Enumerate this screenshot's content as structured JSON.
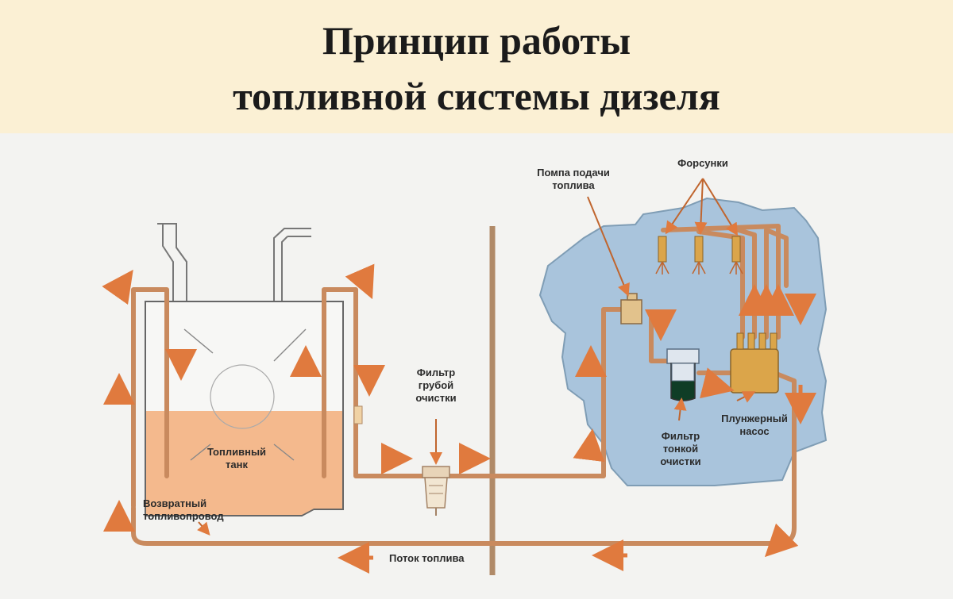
{
  "title": {
    "line1": "Принцип работы",
    "line2": "топливной системы дизеля"
  },
  "labels": {
    "pump_supply": [
      "Помпа подачи",
      "топлива"
    ],
    "injectors": "Форсунки",
    "coarse_filter": [
      "Фильтр",
      "грубой",
      "очистки"
    ],
    "fuel_tank": [
      "Топливный",
      "танк"
    ],
    "plunger_pump": [
      "Плунжерный",
      "насос"
    ],
    "fine_filter": [
      "Фильтр",
      "тонкой",
      "очистки"
    ],
    "return_line": [
      "Возвратный",
      "топливопровод"
    ],
    "fuel_flow": "Поток топлива"
  },
  "colors": {
    "title_band": "#fbf0d4",
    "background": "#f3f3f1",
    "engine": "#a9c4dc",
    "fuel": "#f4b98d",
    "pipe": "#c98a5e",
    "arrow": "#e07a3e",
    "pump": "#dba54a"
  }
}
